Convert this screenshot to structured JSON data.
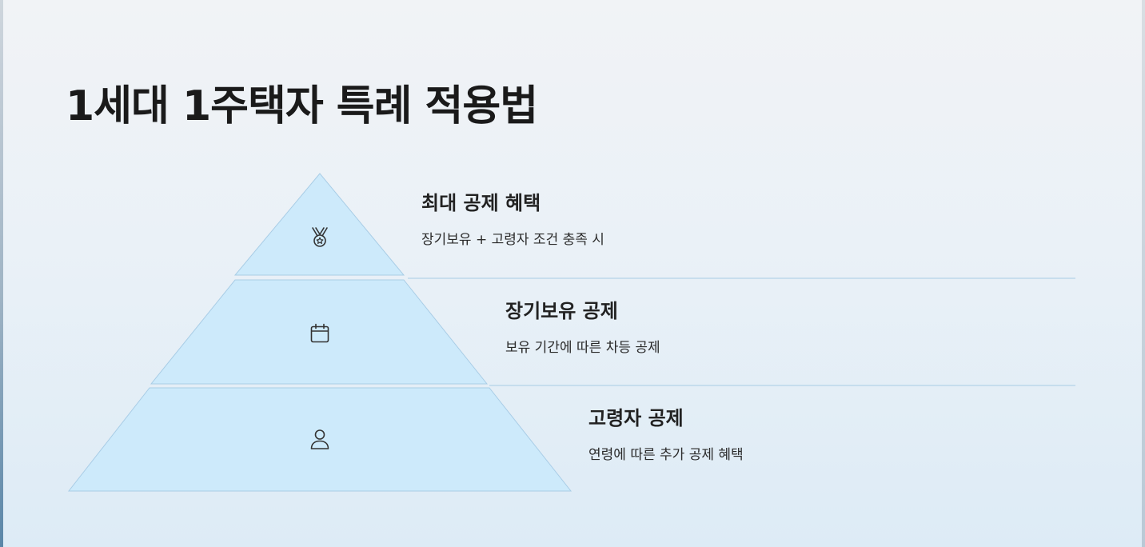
{
  "title": "1세대 1주택자 특례 적용법",
  "tiers": [
    {
      "title": "최대 공제 혜택",
      "description": "장기보유 + 고령자 조건 충족 시",
      "icon": "medal-icon"
    },
    {
      "title": "장기보유 공제",
      "description": "보유 기간에 따른 차등 공제",
      "icon": "calendar-icon"
    },
    {
      "title": "고령자 공제",
      "description": "연령에 따른 추가 공제 혜택",
      "icon": "person-icon"
    }
  ],
  "colors": {
    "tier_fill": "#cdeafb",
    "tier_stroke": "#a9cde6",
    "divider": "#b5d3e8",
    "icon": "#333333"
  }
}
